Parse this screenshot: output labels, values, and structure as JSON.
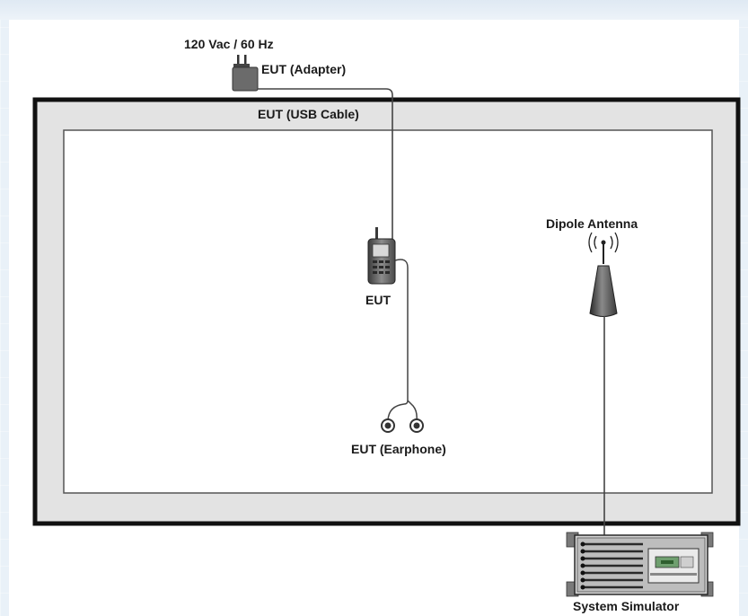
{
  "labels": {
    "power": "120 Vac / 60 Hz",
    "adapter": "EUT (Adapter)",
    "usb_cable": "EUT (USB Cable)",
    "eut": "EUT",
    "earphone": "EUT (Earphone)",
    "antenna": "Dipole Antenna",
    "simulator": "System Simulator"
  },
  "colors": {
    "chamber_border": "#111111",
    "chamber_fill": "#e3e3e3",
    "inner_area": "#ffffff",
    "cable": "#444444",
    "device": "#555555"
  }
}
